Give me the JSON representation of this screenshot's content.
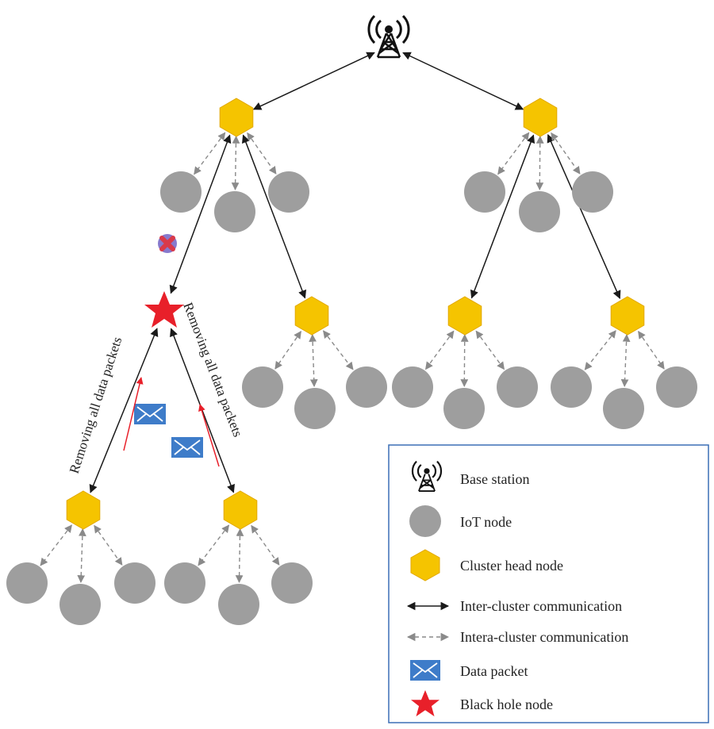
{
  "labels": {
    "edge_left": "Removing all data packets",
    "edge_right": "Removing all data packets"
  },
  "legend": {
    "items": [
      {
        "icon": "base-station-icon",
        "label": "Base station"
      },
      {
        "icon": "iot-node-icon",
        "label": "IoT node"
      },
      {
        "icon": "cluster-head-icon",
        "label": "Cluster head node"
      },
      {
        "icon": "solid-double-arrow-icon",
        "label": "Inter-cluster communication"
      },
      {
        "icon": "dashed-double-arrow-icon",
        "label": "Intera-cluster communication"
      },
      {
        "icon": "envelope-icon",
        "label": "Data packet"
      },
      {
        "icon": "star-icon",
        "label": "Black hole node"
      }
    ]
  },
  "colors": {
    "cluster_head": "#F5C400",
    "cluster_head_stroke": "#E2A800",
    "iot_node": "#9E9E9E",
    "black_hole": "#E8202A",
    "data_packet": "#3E7CC9",
    "legend_border": "#3B6FB6",
    "blocked_mark": "#D93A4A",
    "inter_arrow": "#1a1a1a",
    "intra_arrow": "#8a8a8a",
    "packet_flow_arrow": "#E8202A"
  }
}
